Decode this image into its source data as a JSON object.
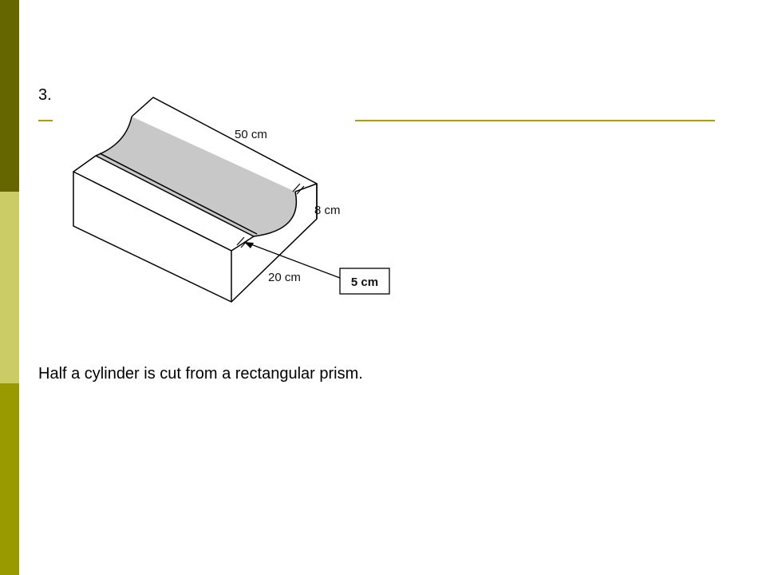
{
  "slide": {
    "number": "3.",
    "caption": "Half a cylinder is cut from a rectangular prism."
  },
  "diagram": {
    "labels": {
      "length": "50 cm",
      "height": "8 cm",
      "width": "20 cm",
      "radius": "5 cm"
    },
    "colors": {
      "cut_surface": "#c8c8c8",
      "outline": "#000000"
    }
  },
  "theme": {
    "bar_top": "#666600",
    "bar_middle": "#cccc66",
    "bar_bottom": "#999900",
    "rule": "#a8a000"
  }
}
